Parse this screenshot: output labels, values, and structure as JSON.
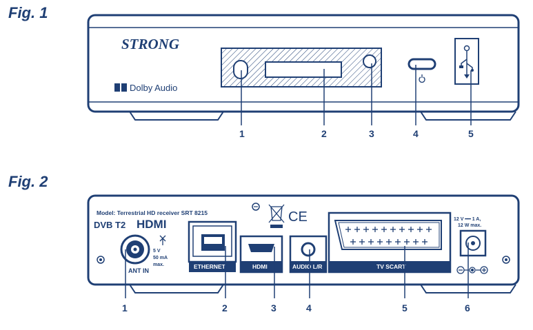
{
  "fig1": {
    "title": "Fig. 1",
    "brand": "STRONG",
    "dolby": "Dolby Audio",
    "callouts": [
      "1",
      "2",
      "3",
      "4",
      "5"
    ],
    "icons": [
      "ir-receiver",
      "display",
      "led-indicator",
      "power-button",
      "usb-port"
    ]
  },
  "fig2": {
    "title": "Fig. 2",
    "model": "Model: Terrestrial HD receiver SRT 8215",
    "dvb_logo": "DVB T2",
    "hdmi_logo": "HDMI",
    "ant": {
      "label": "ANT IN",
      "power_v": "5 V",
      "power_ma": "50 mA",
      "power_max": "max."
    },
    "ports": {
      "ethernet": "ETHERNET",
      "hdmi": "HDMI",
      "audio": "AUDIO L/R",
      "scart": "TV SCART",
      "power_a": "12 V ━━ 1 A,",
      "power_b": "12 W max."
    },
    "ce": "CE",
    "callouts": [
      "1",
      "2",
      "3",
      "4",
      "5",
      "6"
    ]
  },
  "colors": {
    "navy": "#1f3f74",
    "white": "#ffffff"
  }
}
